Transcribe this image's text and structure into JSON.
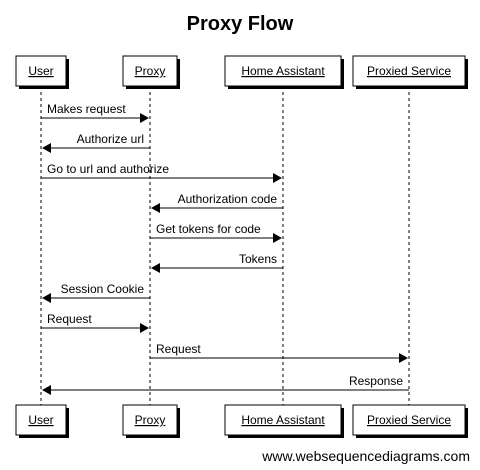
{
  "title": "Proxy Flow",
  "participants": [
    {
      "id": "user",
      "label": "User"
    },
    {
      "id": "proxy",
      "label": "Proxy"
    },
    {
      "id": "home-assistant",
      "label": "Home Assistant"
    },
    {
      "id": "proxied-service",
      "label": "Proxied Service"
    }
  ],
  "messages": [
    {
      "from": "user",
      "to": "proxy",
      "label": "Makes request"
    },
    {
      "from": "proxy",
      "to": "user",
      "label": "Authorize url"
    },
    {
      "from": "user",
      "to": "home-assistant",
      "label": "Go to url and authorize"
    },
    {
      "from": "home-assistant",
      "to": "proxy",
      "label": "Authorization code"
    },
    {
      "from": "proxy",
      "to": "home-assistant",
      "label": "Get tokens for code"
    },
    {
      "from": "home-assistant",
      "to": "proxy",
      "label": "Tokens"
    },
    {
      "from": "proxy",
      "to": "user",
      "label": "Session Cookie"
    },
    {
      "from": "user",
      "to": "proxy",
      "label": "Request"
    },
    {
      "from": "proxy",
      "to": "proxied-service",
      "label": "Request"
    },
    {
      "from": "proxied-service",
      "to": "user",
      "label": "Response"
    }
  ],
  "footer": "www.websequencediagrams.com"
}
